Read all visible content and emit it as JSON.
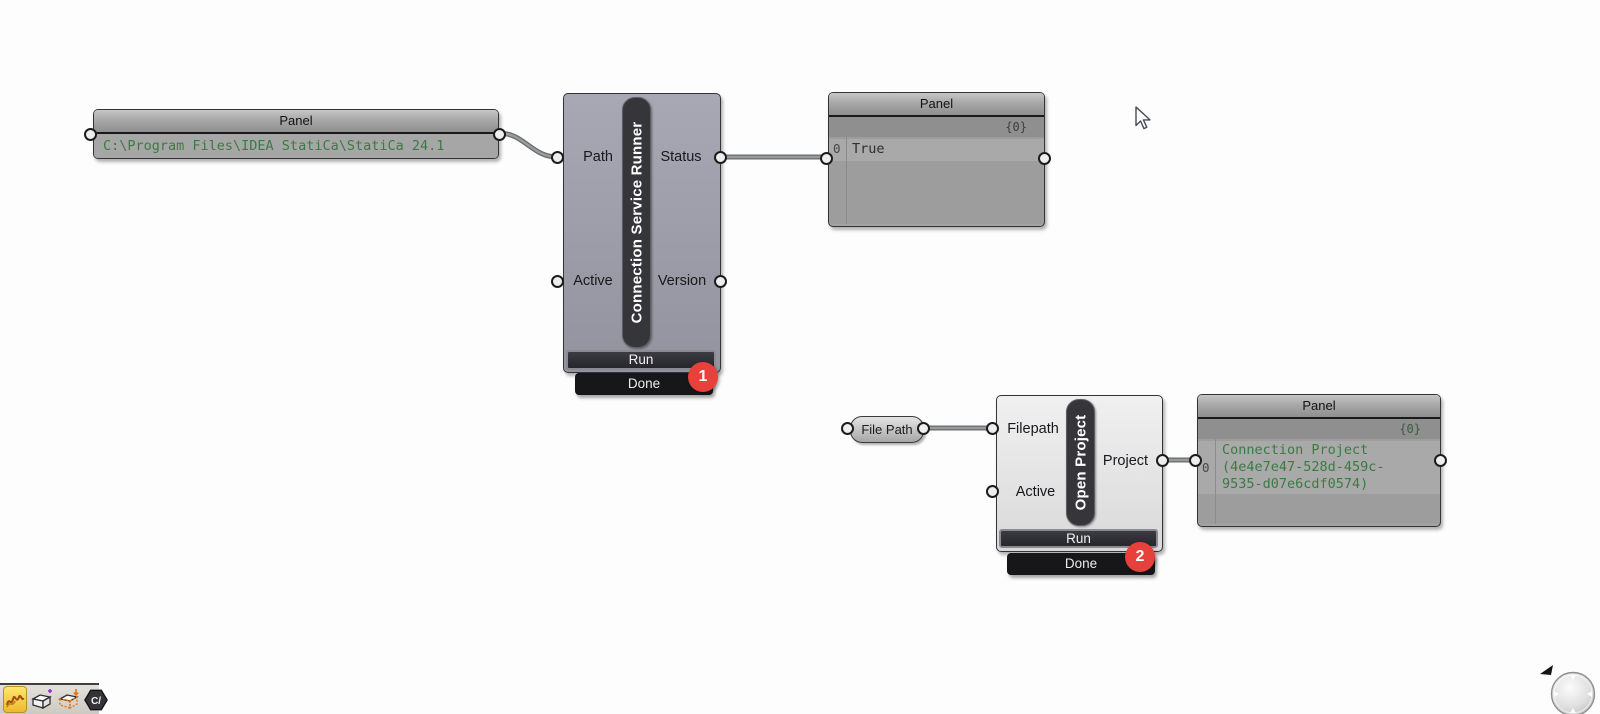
{
  "nodes": {
    "panel_path": {
      "title": "Panel",
      "content": "C:\\Program Files\\IDEA StatiCa\\StatiCa 24.1"
    },
    "runner": {
      "title": "Connection Service Runner",
      "input1": "Path",
      "input2": "Active",
      "output1": "Status",
      "output2": "Version",
      "run": "Run",
      "done": "Done",
      "badge": "1"
    },
    "panel_status": {
      "title": "Panel",
      "path_tag": "{0}",
      "row_index": "0",
      "row_value": "True"
    },
    "file_path": {
      "label": "File Path"
    },
    "open_project": {
      "title": "Open Project",
      "input1": "Filepath",
      "input2": "Active",
      "output1": "Project",
      "run": "Run",
      "done": "Done",
      "badge": "2"
    },
    "panel_project": {
      "title": "Panel",
      "path_tag": "{0}",
      "row_index": "0",
      "line1": "Connection Project",
      "line2": "(4e4e7e47-528d-459c-",
      "line3": "9535-d07e6cdf0574)"
    }
  },
  "toolbar": {
    "code_icon_label": "C/"
  },
  "colors": {
    "badge_red": "#e8403a",
    "panel_text_green": "#3c7a44",
    "runner_body": "#9c9ca8",
    "open_project_body": "#e6e6e6",
    "panel_gray": "#a3a3a3",
    "wire_gray": "#9a9a9a",
    "capsule_dark": "#35353a",
    "toolbar_yellow": "#f3cf4a"
  }
}
